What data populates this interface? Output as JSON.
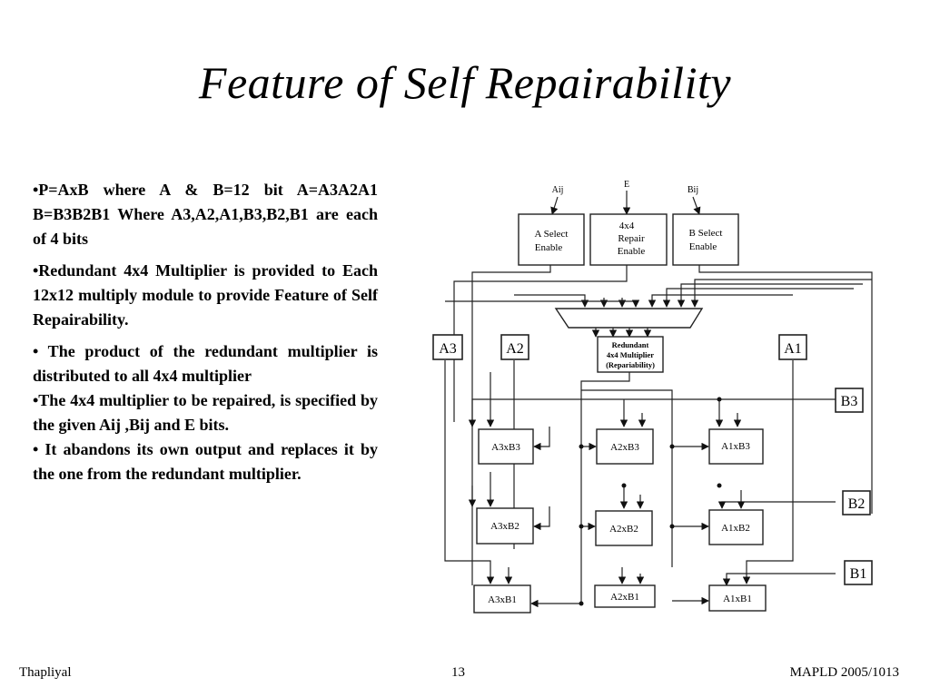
{
  "slide": {
    "title": "Feature of Self Repairability",
    "bullets": [
      "•P=AxB where A & B=12 bit A=A3A2A1 B=B3B2B1 Where A3,A2,A1,B3,B2,B1 are each of 4 bits",
      "•Redundant 4x4 Multiplier is provided to Each 12x12 multiply module to provide Feature of Self Repairability.",
      "• The product of the redundant multiplier is distributed to all 4x4 multiplier",
      "•The 4x4 multiplier to be repaired, is specified by the given Aij ,Bij and E bits.",
      "• It abandons its own output and replaces it by the one from the redundant multiplier."
    ],
    "footer": {
      "left": "Thapliyal",
      "center": "13",
      "right": "MAPLD 2005/1013"
    }
  },
  "diagram": {
    "inputs": {
      "aij": "Aij",
      "e": "E",
      "bij": "Bij"
    },
    "enables": {
      "a_select": [
        "A Select",
        "Enable"
      ],
      "repair": [
        "4x4",
        "Repair",
        "Enable"
      ],
      "b_select": [
        "B Select",
        "Enable"
      ]
    },
    "redundant": [
      "Redundant",
      "4x4 Multiplier",
      "(Repariability)"
    ],
    "operands": {
      "a3": "A3",
      "a2": "A2",
      "a1": "A1",
      "b3": "B3",
      "b2": "B2",
      "b1": "B1"
    },
    "multipliers": {
      "row3": [
        "A3xB3",
        "A2xB3",
        "A1xB3"
      ],
      "row2": [
        "A3xB2",
        "A2xB2",
        "A1xB2"
      ],
      "row1": [
        "A3xB1",
        "A2xB1",
        "A1xB1"
      ]
    }
  }
}
